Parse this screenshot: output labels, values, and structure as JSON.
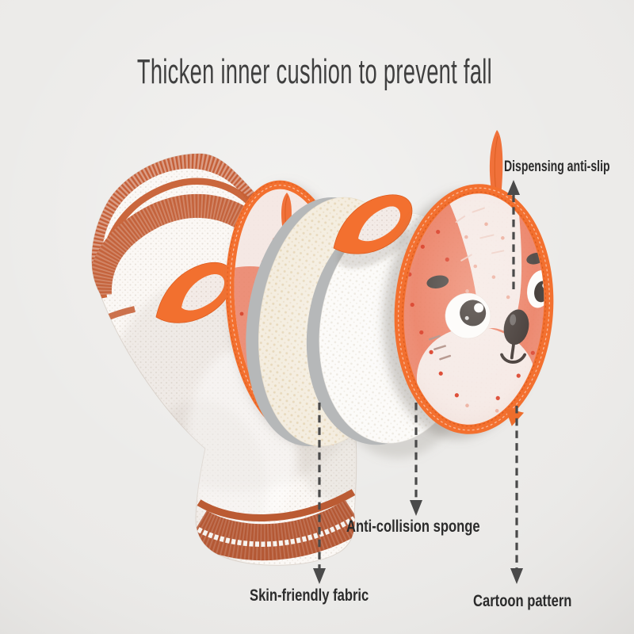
{
  "title": {
    "text": "Thicken inner cushion to prevent fall"
  },
  "callouts": {
    "dispensing": {
      "label": "Dispensing anti-slip",
      "arrow": "up"
    },
    "sponge": {
      "label": "Anti-collision sponge",
      "arrow": "down"
    },
    "fabric": {
      "label": "Skin-friendly fabric",
      "arrow": "down"
    },
    "cartoon": {
      "label": "Cartoon pattern",
      "arrow": "down"
    }
  },
  "illustration": {
    "parts": {
      "sleeve": "knee-pad-sleeve",
      "sleeve_pad": "sleeve-knee-pad",
      "inner_disc": "sponge-disc-inner",
      "outer_disc": "sponge-disc-outer",
      "pad": "cartoon-fox-pad"
    },
    "character": "fox-face"
  },
  "colors": {
    "background": "#ecebe9",
    "accent_orange": "#f3702f",
    "terracotta": "#c2613a",
    "salmon": "#ec7c5f",
    "pale_pink": "#f7ebe7",
    "cream": "#f4eddf",
    "disc_white": "#fcfbf9",
    "edge_gray": "#b6b8b9",
    "dot_red": "#dd4c36",
    "feature_dark": "#4d4440",
    "title_text": "#3f3f3f",
    "label_text": "#2b2b2b",
    "arrow": "#4a4a4a"
  }
}
